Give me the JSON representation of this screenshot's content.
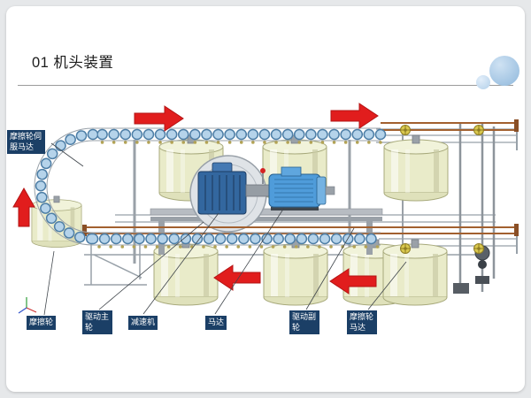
{
  "slide": {
    "title": "01 机头装置"
  },
  "diagram": {
    "labels": {
      "friction_servo_motor": "摩擦轮伺服马达",
      "friction_wheel": "摩擦轮",
      "drive_main_wheel": "驱动主轮",
      "reducer": "减速机",
      "motor": "马达",
      "drive_aux_wheel": "驱动副轮",
      "friction_wheel_motor": "摩擦轮马达"
    },
    "colors": {
      "label_bg": "#1b3f66",
      "label_text": "#ffffff",
      "arrow_red": "#e11d1d",
      "roller_body": "#e9ebc9",
      "chain_dot": "#b5d3ea",
      "chain_dot_edge": "#4d7ea6",
      "gearbox_blue": "#33679f",
      "motor_blue": "#4f9cda",
      "pipe_copper": "#a2602f",
      "deco_circle": "#9cc2e2"
    }
  }
}
